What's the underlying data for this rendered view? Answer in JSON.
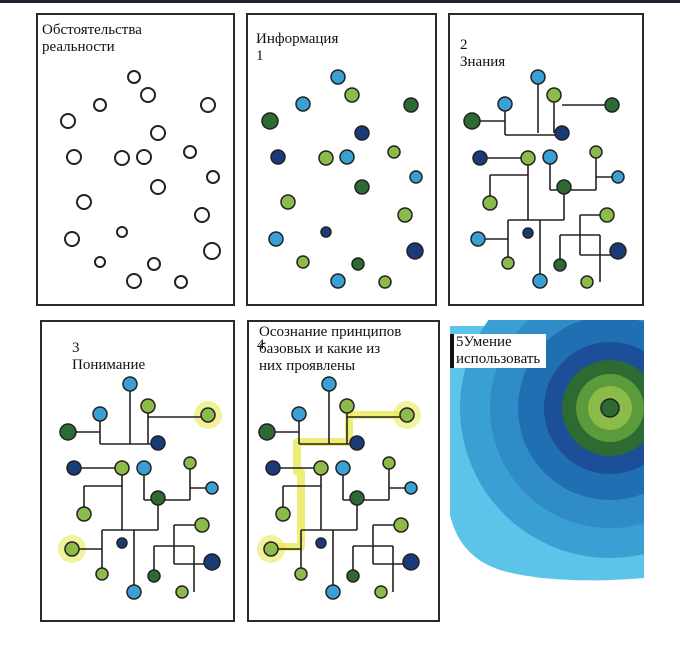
{
  "panels": [
    {
      "label": "Обстоятельства\nреальности"
    },
    {
      "label": "Информация\n1"
    },
    {
      "label": "2\nЗнания"
    },
    {
      "label": "3\nПонимание"
    },
    {
      "label": "Осознание принципов\nбазовых и какие    из\nних проявлены",
      "number": "4"
    },
    {
      "label": "5Умение\n  использовать"
    }
  ],
  "colors": {
    "dark_blue": "#1b3a78",
    "light_blue": "#3a9fd3",
    "dark_green": "#2d6b33",
    "light_green": "#8dbb4a",
    "highlight": "#e8e84a",
    "ink": "#222222"
  }
}
